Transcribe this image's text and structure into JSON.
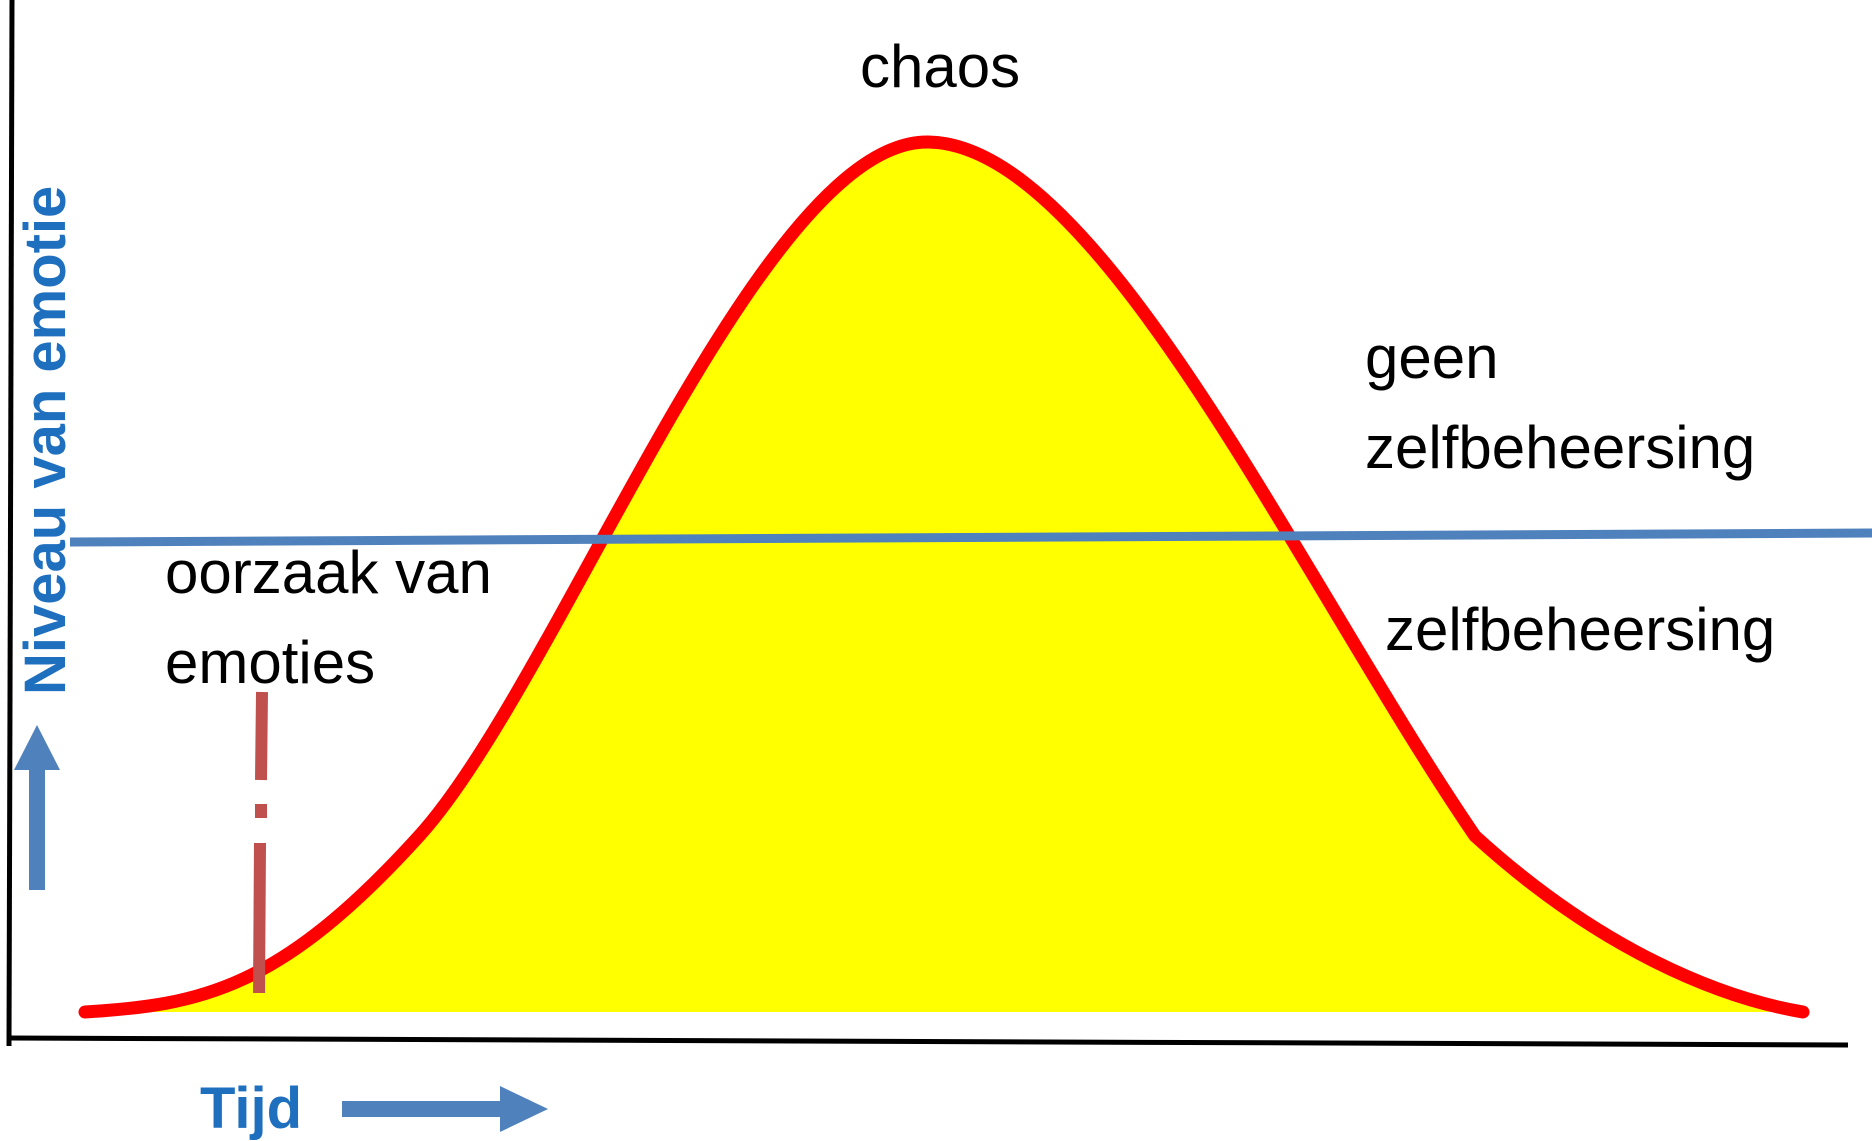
{
  "axes": {
    "y_label": "Niveau van emotie",
    "x_label": "Tijd",
    "label_color": "#1F6FBF",
    "axis_color": "#000000",
    "arrow_color": "#4F81BD"
  },
  "curve": {
    "shape": "bell",
    "stroke_color": "#FF0000",
    "fill_color": "#FFFF00"
  },
  "threshold_line": {
    "color": "#4F81BD"
  },
  "trigger_marker": {
    "color": "#C0504D",
    "style": "dash-dot"
  },
  "labels": {
    "peak": "chaos",
    "above_line_1": "geen",
    "above_line_2": "zelfbeheersing",
    "below_line": "zelfbeheersing",
    "cause_1": "oorzaak van",
    "cause_2": "emoties"
  }
}
